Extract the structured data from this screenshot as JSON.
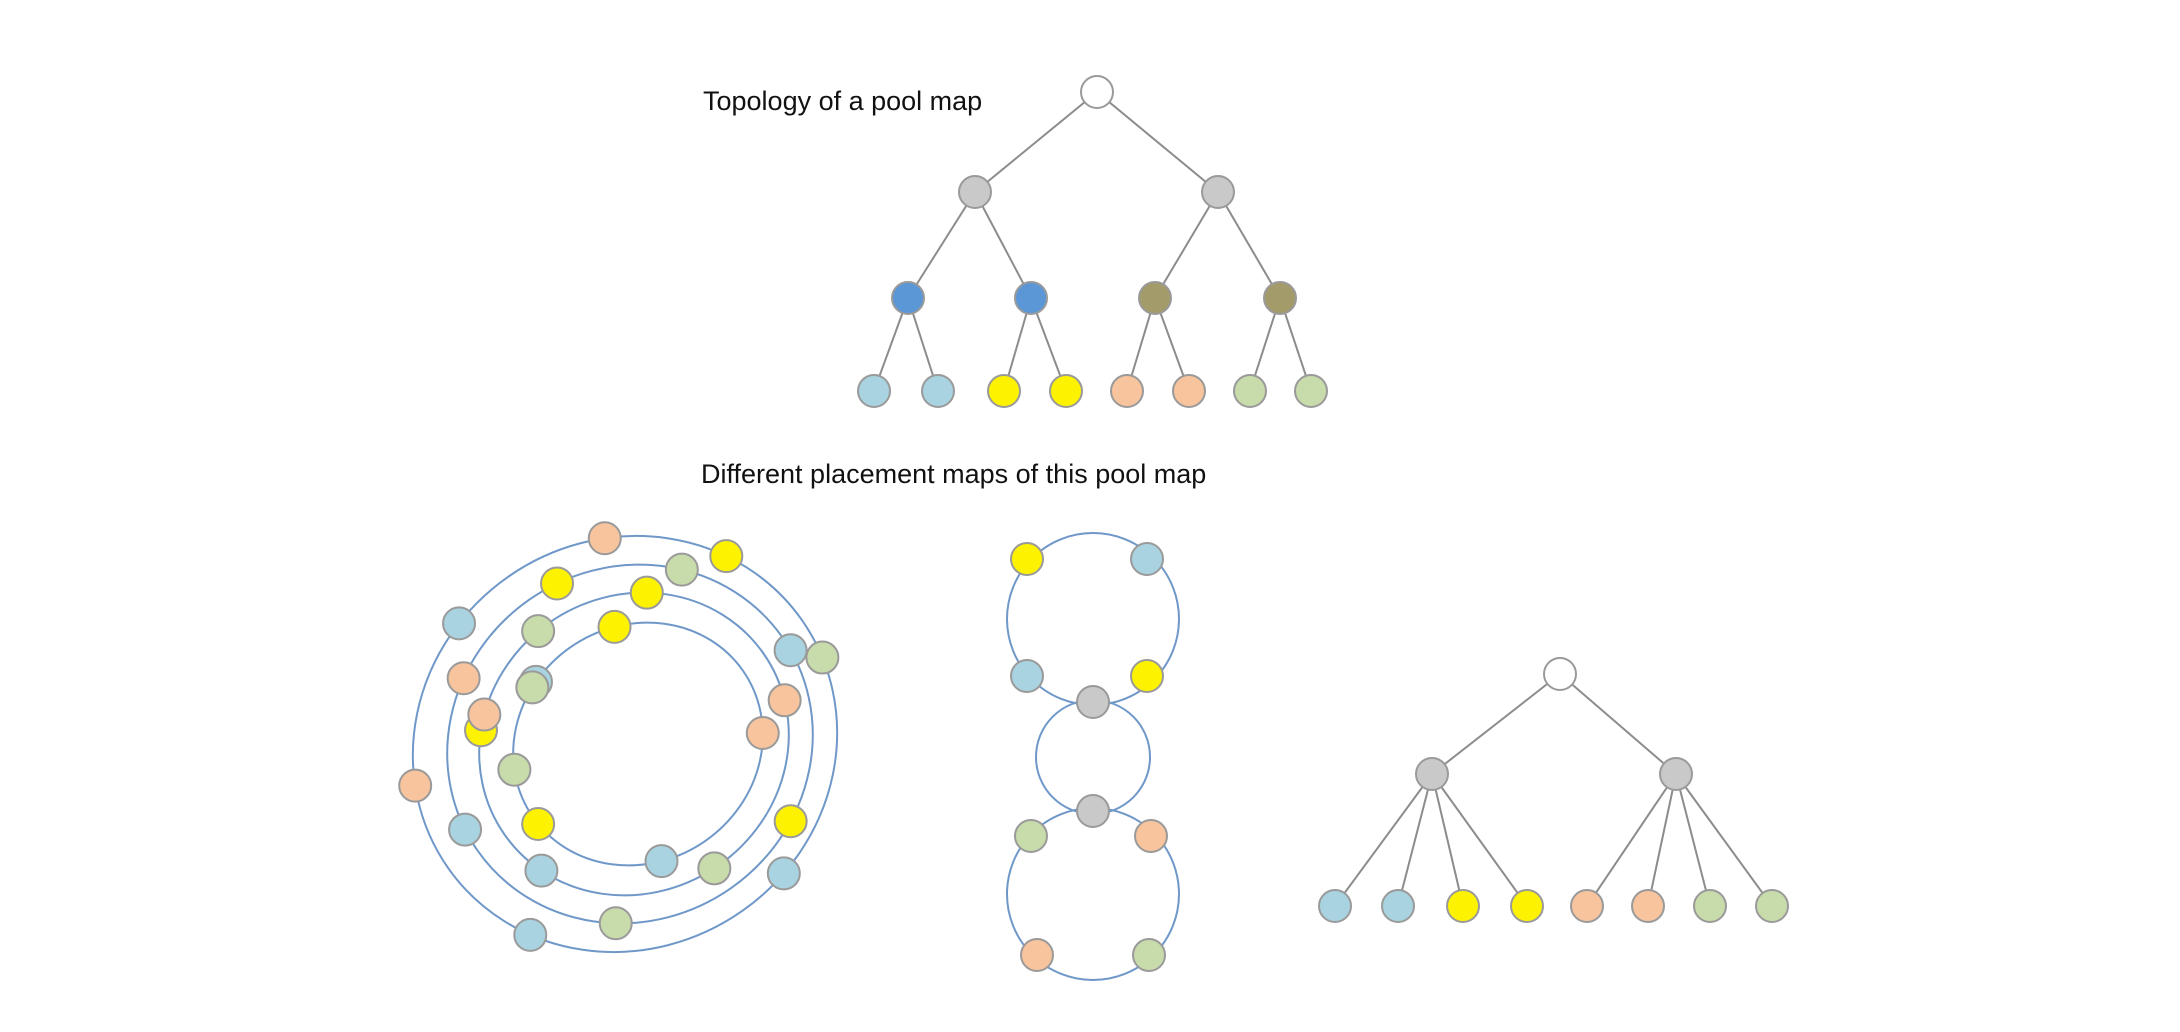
{
  "labels": {
    "top_title": "Topology of a pool map",
    "bottom_title": "Different placement maps of this pool map"
  },
  "colors": {
    "root": "#ffffff",
    "gray": "#c9c9c9",
    "blue": "#5b97d6",
    "olive": "#a39b6a",
    "light_blue": "#a9d3e0",
    "yellow": "#fdf300",
    "peach": "#f7c49d",
    "sage": "#c8dbab",
    "edge": "#8c8c8c",
    "ring": "#6f98c9",
    "node_stroke": "#9a9a9a"
  },
  "topology_tree": {
    "root": "root",
    "level1": [
      "gray",
      "gray"
    ],
    "level2": [
      "blue",
      "blue",
      "olive",
      "olive"
    ],
    "leaves": [
      "light_blue",
      "light_blue",
      "yellow",
      "yellow",
      "peach",
      "peach",
      "sage",
      "sage"
    ]
  },
  "ring_map": {
    "rings": [
      [
        "light_blue",
        "peach",
        "yellow",
        "sage",
        "light_blue",
        "light_blue",
        "peach"
      ],
      [
        "peach",
        "yellow",
        "sage",
        "light_blue",
        "yellow",
        "sage",
        "light_blue"
      ],
      [
        "yellow",
        "sage",
        "yellow",
        "peach",
        "sage",
        "light_blue",
        "peach"
      ],
      [
        "sage",
        "light_blue",
        "yellow",
        "peach",
        "light_blue",
        "yellow",
        "sage"
      ]
    ]
  },
  "chain_map": {
    "top_ring": [
      "yellow",
      "light_blue",
      "light_blue",
      "yellow"
    ],
    "joints": [
      "gray",
      "gray"
    ],
    "bottom_ring": [
      "sage",
      "peach",
      "peach",
      "sage"
    ]
  },
  "flat_tree": {
    "root": "root",
    "level1": [
      "gray",
      "gray"
    ],
    "leaves": [
      "light_blue",
      "light_blue",
      "yellow",
      "yellow",
      "peach",
      "peach",
      "sage",
      "sage"
    ]
  }
}
